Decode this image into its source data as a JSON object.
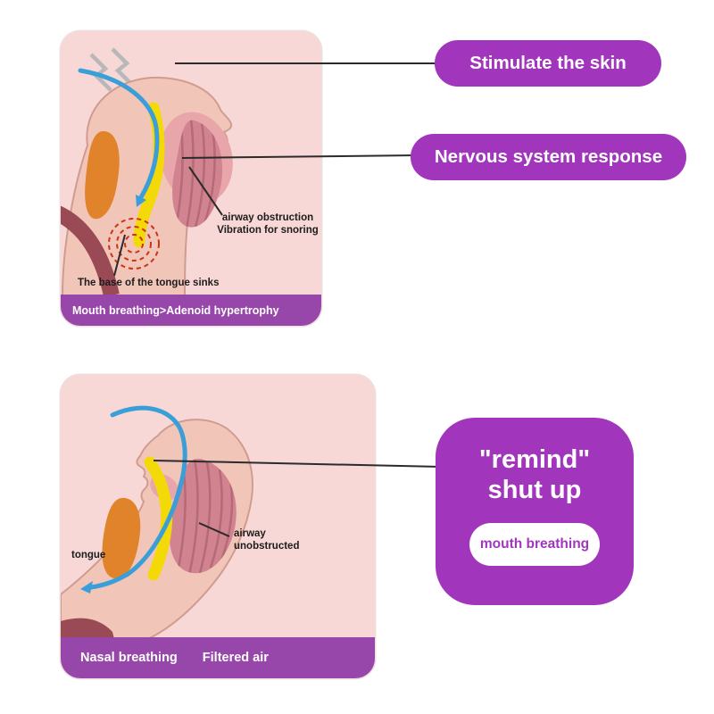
{
  "colors": {
    "purple": "#a136bd",
    "purpleBar": "#9747a9",
    "cardPink": "#f8d8d6",
    "skin": "#f2c5b9",
    "skinLine": "#cf9c90",
    "orange": "#e0832a",
    "yellow": "#f3d908",
    "muscle": "#d1838f",
    "muscleStripe": "#b56a78",
    "mouthPink": "#e8a6aa",
    "maroon": "#9a4a55",
    "blue": "#3a9fd8",
    "red": "#cc3312",
    "gray": "#b8b8b8",
    "labelText": "#1c1c1c",
    "white": "#ffffff"
  },
  "top_panel": {
    "caption": "Mouth breathing>Adenoid hypertrophy",
    "label_airway_line1": "airway obstruction",
    "label_airway_line2": "Vibration for snoring",
    "label_tongue_base": "The base of the tongue sinks"
  },
  "bottom_panel": {
    "caption_left": "Nasal breathing",
    "caption_right": "Filtered air",
    "label_tongue": "tongue",
    "label_airway_line1": "airway",
    "label_airway_line2": "unobstructed"
  },
  "callouts": {
    "stimulate_skin": "Stimulate the skin",
    "nervous_system": "Nervous system response",
    "remind_line1": "\"remind\"",
    "remind_line2": "shut up",
    "remind_pill": "mouth breathing"
  }
}
